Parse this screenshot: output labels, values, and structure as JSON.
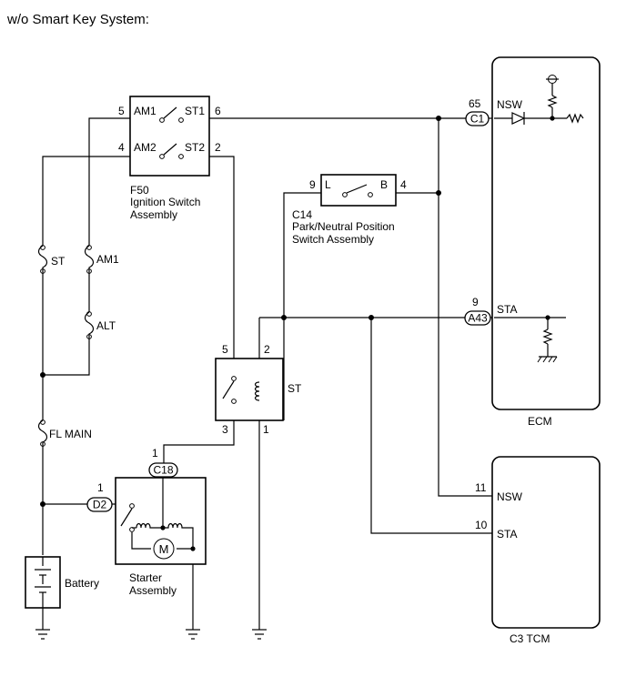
{
  "title": "w/o Smart Key System:",
  "ignition_switch": {
    "code": "F50",
    "line1": "Ignition Switch",
    "line2": "Assembly",
    "pin_am1": "5",
    "pin_st1": "6",
    "pin_am2": "4",
    "pin_st2": "2",
    "am1": "AM1",
    "st1": "ST1",
    "am2": "AM2",
    "st2": "ST2"
  },
  "park_neutral_switch": {
    "code": "C14",
    "line1": "Park/Neutral Position",
    "line2": "Switch Assembly",
    "pin_l": "9",
    "pin_b": "4",
    "l": "L",
    "b": "B"
  },
  "fuses": {
    "st": "ST",
    "am1": "AM1",
    "alt": "ALT",
    "fl_main": "FL MAIN"
  },
  "st_relay": {
    "label": "ST",
    "pin5": "5",
    "pin2": "2",
    "pin3": "3",
    "pin1": "1"
  },
  "starter": {
    "line1": "Starter",
    "line2": "Assembly",
    "c18": "C18",
    "c18_pin": "1",
    "d2": "D2",
    "d2_pin": "1",
    "motor": "M"
  },
  "battery": {
    "label": "Battery"
  },
  "ecm": {
    "label": "ECM",
    "nsw": "NSW",
    "sta": "STA",
    "c1": "C1",
    "c1_pin": "65",
    "a43": "A43",
    "a43_pin": "9"
  },
  "tcm": {
    "label": "C3  TCM",
    "nsw": "NSW",
    "sta": "STA",
    "nsw_pin": "11",
    "sta_pin": "10"
  }
}
